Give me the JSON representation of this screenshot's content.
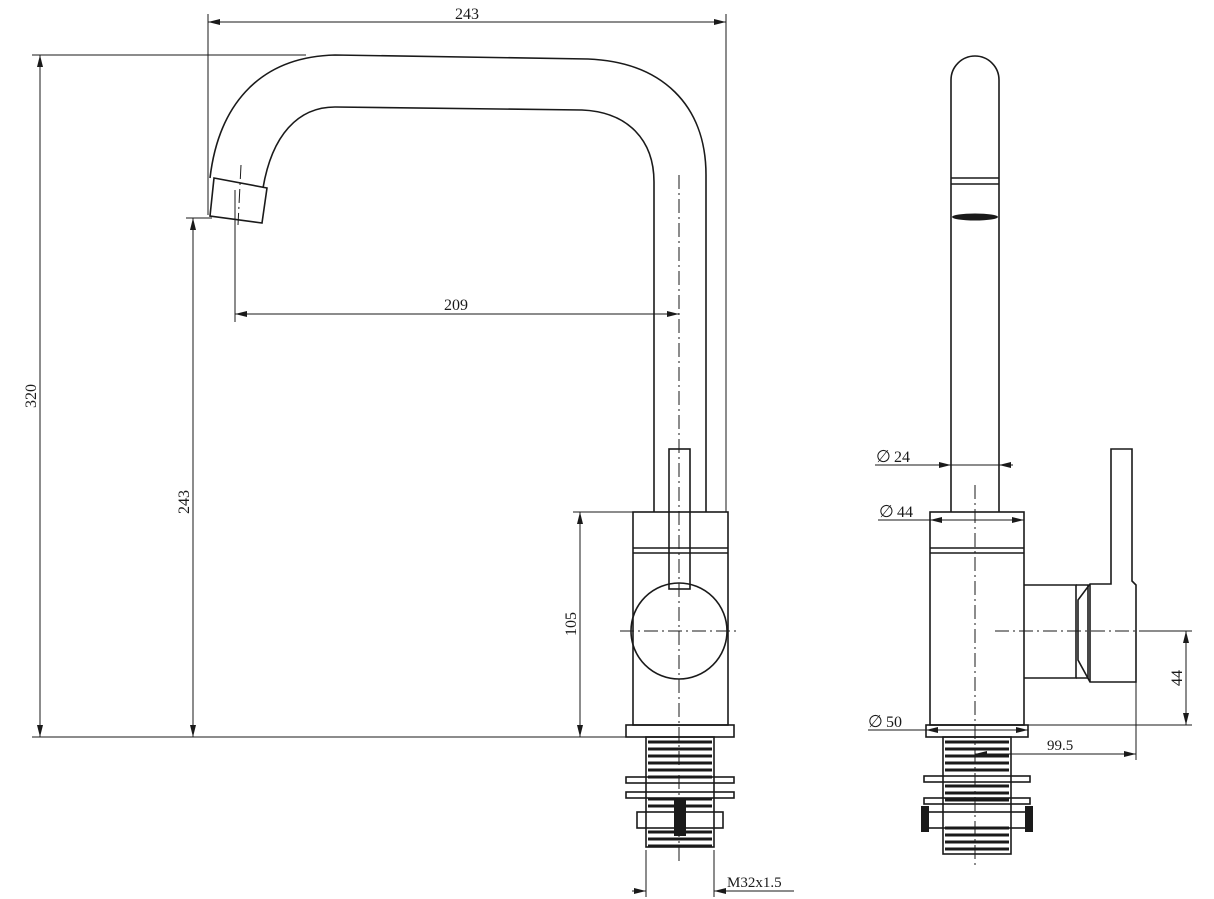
{
  "dimensions": {
    "overall_width": "243",
    "overall_height": "320",
    "spout_reach": "209",
    "spout_height": "243",
    "body_height": "105",
    "spout_diameter": "24",
    "body_diameter": "44",
    "base_diameter": "50",
    "lever_axis_height": "44",
    "lever_projection": "99.5",
    "thread_spec": "M32x1.5"
  },
  "symbols": {
    "diameter": "∅"
  },
  "colors": {
    "line": "#1a1a1a",
    "background": "#ffffff"
  }
}
